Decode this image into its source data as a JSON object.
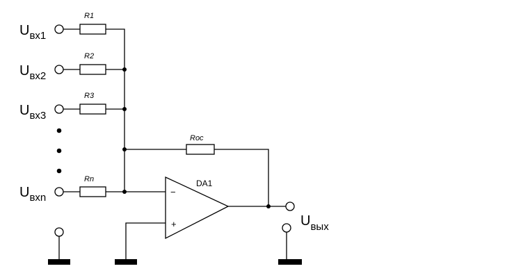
{
  "inputs": [
    {
      "symbol": "U",
      "subscript": "вх1",
      "resistor": "R1"
    },
    {
      "symbol": "U",
      "subscript": "вх2",
      "resistor": "R2"
    },
    {
      "symbol": "U",
      "subscript": "вх3",
      "resistor": "R3"
    },
    {
      "symbol": "U",
      "subscript": "вхn",
      "resistor": "Rn"
    }
  ],
  "feedback_resistor": "Roc",
  "opamp": {
    "label": "DA1",
    "inverting": "−",
    "noninverting": "+"
  },
  "output": {
    "symbol": "U",
    "subscript": "вых"
  }
}
